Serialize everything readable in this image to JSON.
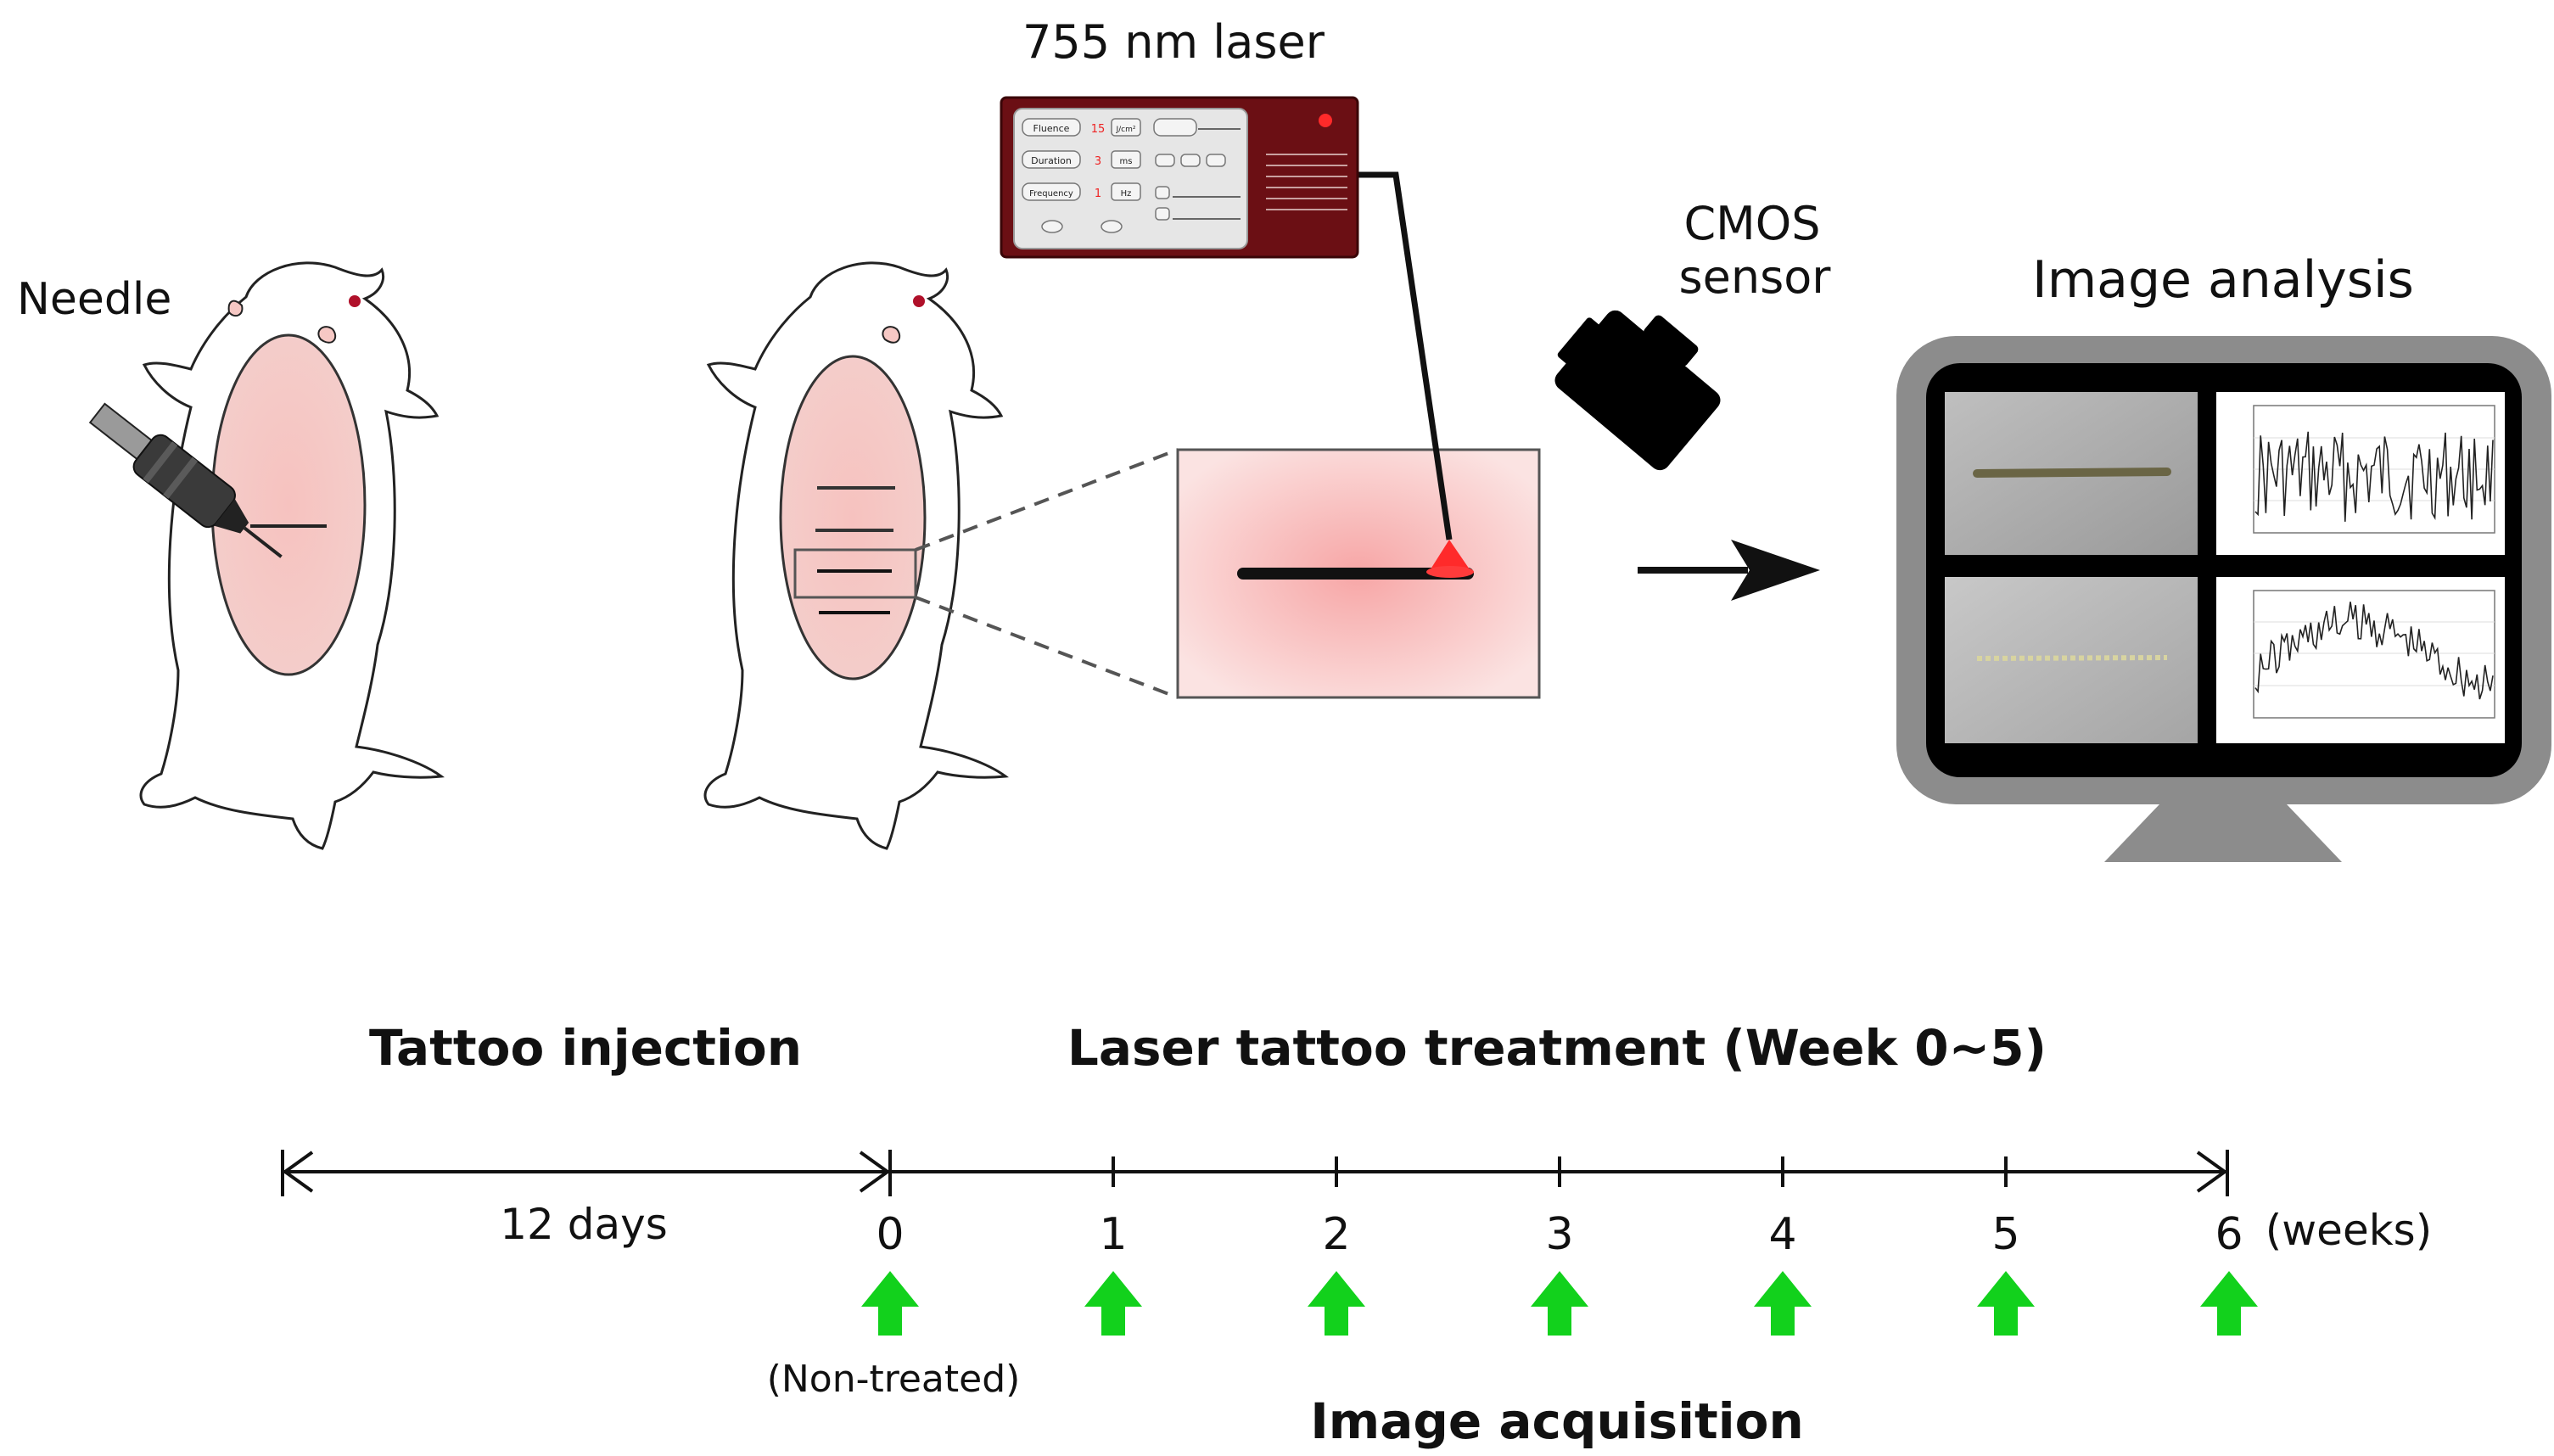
{
  "labels": {
    "needle": "Needle",
    "laser": "755 nm laser",
    "cmos_line1": "CMOS",
    "cmos_line2": "sensor",
    "image_analysis": "Image analysis"
  },
  "laser_panel": {
    "fields": [
      {
        "name": "Fluence",
        "value": "15",
        "unit": "J/cm²"
      },
      {
        "name": "Duration",
        "value": "3",
        "unit": "ms"
      },
      {
        "name": "Frequency",
        "value": "1",
        "unit": "Hz"
      }
    ]
  },
  "timeline": {
    "phase_injection": "Tattoo injection",
    "phase_treatment": "Laser tattoo treatment (Week 0~5)",
    "interval_label": "12 days",
    "ticks": [
      "0",
      "1",
      "2",
      "3",
      "4",
      "5",
      "6"
    ],
    "unit_label": "(weeks)",
    "non_treated": "(Non-treated)",
    "acquisition_label": "Image acquisition"
  },
  "colors": {
    "skin": "#f6c8c4",
    "laser_body": "#6b0f14",
    "laser_spot": "#ff2a2a",
    "green_arrow": "#12d11c",
    "monitor": "#8c8c8c",
    "sensor": "#000000"
  }
}
